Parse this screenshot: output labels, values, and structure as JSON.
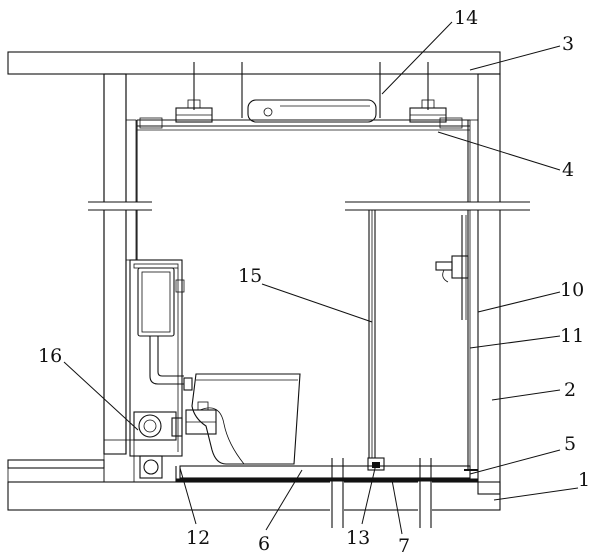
{
  "figure": {
    "labels": [
      {
        "id": "14",
        "text": "14"
      },
      {
        "id": "3",
        "text": "3"
      },
      {
        "id": "4",
        "text": "4"
      },
      {
        "id": "15",
        "text": "15"
      },
      {
        "id": "10",
        "text": "10"
      },
      {
        "id": "11",
        "text": "11"
      },
      {
        "id": "16",
        "text": "16"
      },
      {
        "id": "2",
        "text": "2"
      },
      {
        "id": "5",
        "text": "5"
      },
      {
        "id": "1",
        "text": "1"
      },
      {
        "id": "12",
        "text": "12"
      },
      {
        "id": "6",
        "text": "6"
      },
      {
        "id": "13",
        "text": "13"
      },
      {
        "id": "7",
        "text": "7"
      }
    ]
  },
  "colors": {
    "line": "#111111",
    "concrete_hatch": "#555555",
    "background": "#ffffff",
    "membrane": "#111111"
  }
}
